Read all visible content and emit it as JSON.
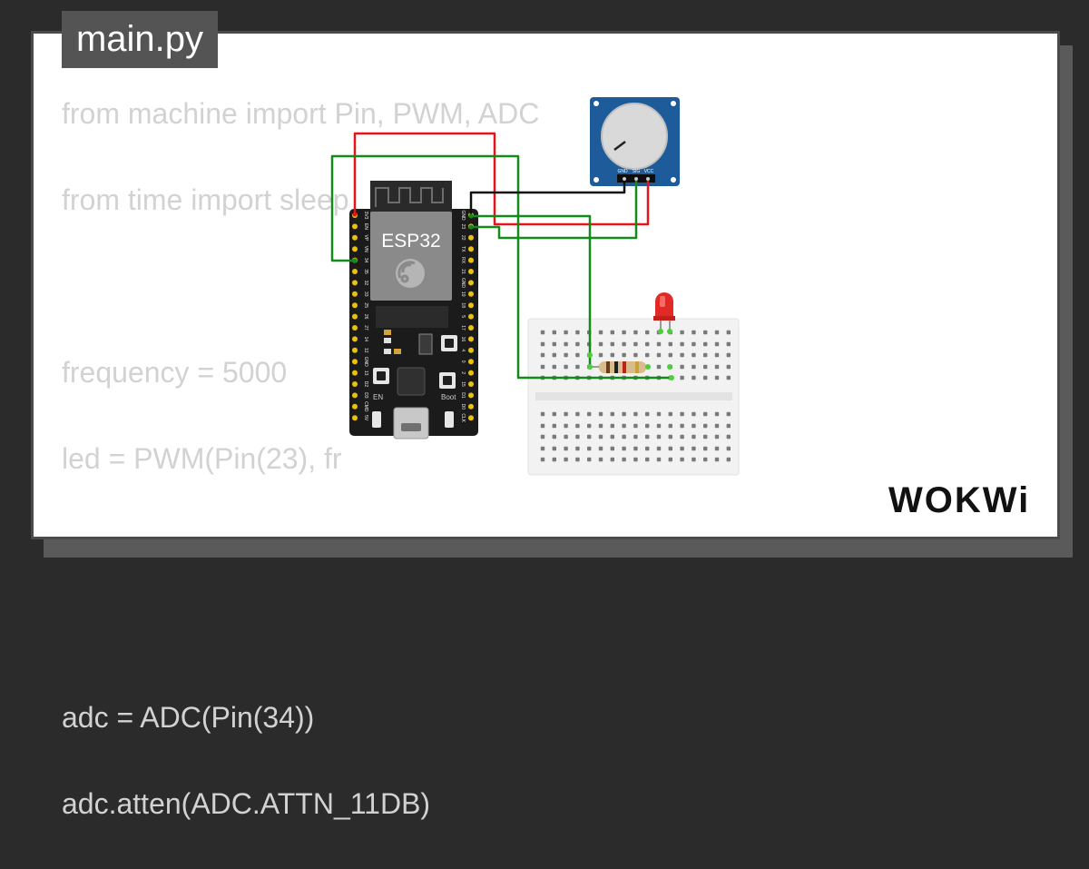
{
  "tab": {
    "filename": "main.py"
  },
  "code": {
    "lines": [
      "from machine import Pin, PWM, ADC",
      "from time import sleep",
      "",
      "frequency = 5000",
      "led = PWM(Pin(23), fr",
      "",
      "",
      "adc = ADC(Pin(34))",
      "adc.atten(ADC.ATTN_11DB)"
    ]
  },
  "board": {
    "chip_label": "ESP32",
    "en_label": "EN",
    "boot_label": "Boot",
    "left_pins": [
      "3V3",
      "EN",
      "VP",
      "VN",
      "34",
      "35",
      "32",
      "33",
      "25",
      "26",
      "27",
      "14",
      "12",
      "GND",
      "13",
      "D2",
      "D3",
      "CMD",
      "5V"
    ],
    "right_pins": [
      "GND",
      "23",
      "22",
      "TX",
      "RX",
      "21",
      "GND",
      "19",
      "18",
      "5",
      "17",
      "16",
      "4",
      "0",
      "2",
      "15",
      "D1",
      "D0",
      "CLK"
    ]
  },
  "potentiometer": {
    "pins": [
      "GND",
      "SIG",
      "VCC"
    ]
  },
  "brand": {
    "name": "WOKWi"
  },
  "colors": {
    "wire_red": "#e3141b",
    "wire_green": "#138a1a",
    "wire_black": "#101010",
    "board": "#1b1b1b",
    "pot_blue": "#1e5b9a"
  }
}
